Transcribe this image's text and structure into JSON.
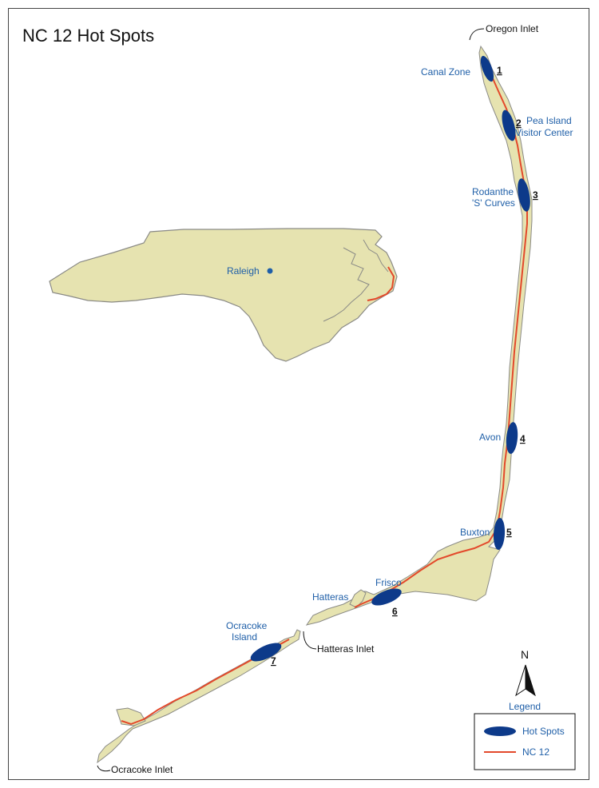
{
  "map": {
    "title": "NC 12 Hot Spots",
    "colors": {
      "land": "#e6e3b0",
      "land_outline": "#8a8a86",
      "road": "#e3492b",
      "hot_spot": "#0d3a8a",
      "label_blue": "#1f5fa8"
    },
    "capital": {
      "name": "Raleigh"
    },
    "inlets": [
      "Oregon Inlet",
      "Hatteras Inlet",
      "Ocracoke Inlet"
    ],
    "places": [
      "Canal Zone",
      "Pea Island",
      "Visitor Center",
      "Rodanthe",
      "'S' Curves",
      "Avon",
      "Buxton",
      "Frisco",
      "Hatteras",
      "Ocracoke",
      "Island"
    ],
    "hot_spots": [
      "1",
      "2",
      "3",
      "4",
      "5",
      "6",
      "7"
    ],
    "north_arrow": {
      "label": "N"
    },
    "legend": {
      "title": "Legend",
      "hot_spots_label": "Hot Spots",
      "road_label": "NC 12"
    }
  }
}
